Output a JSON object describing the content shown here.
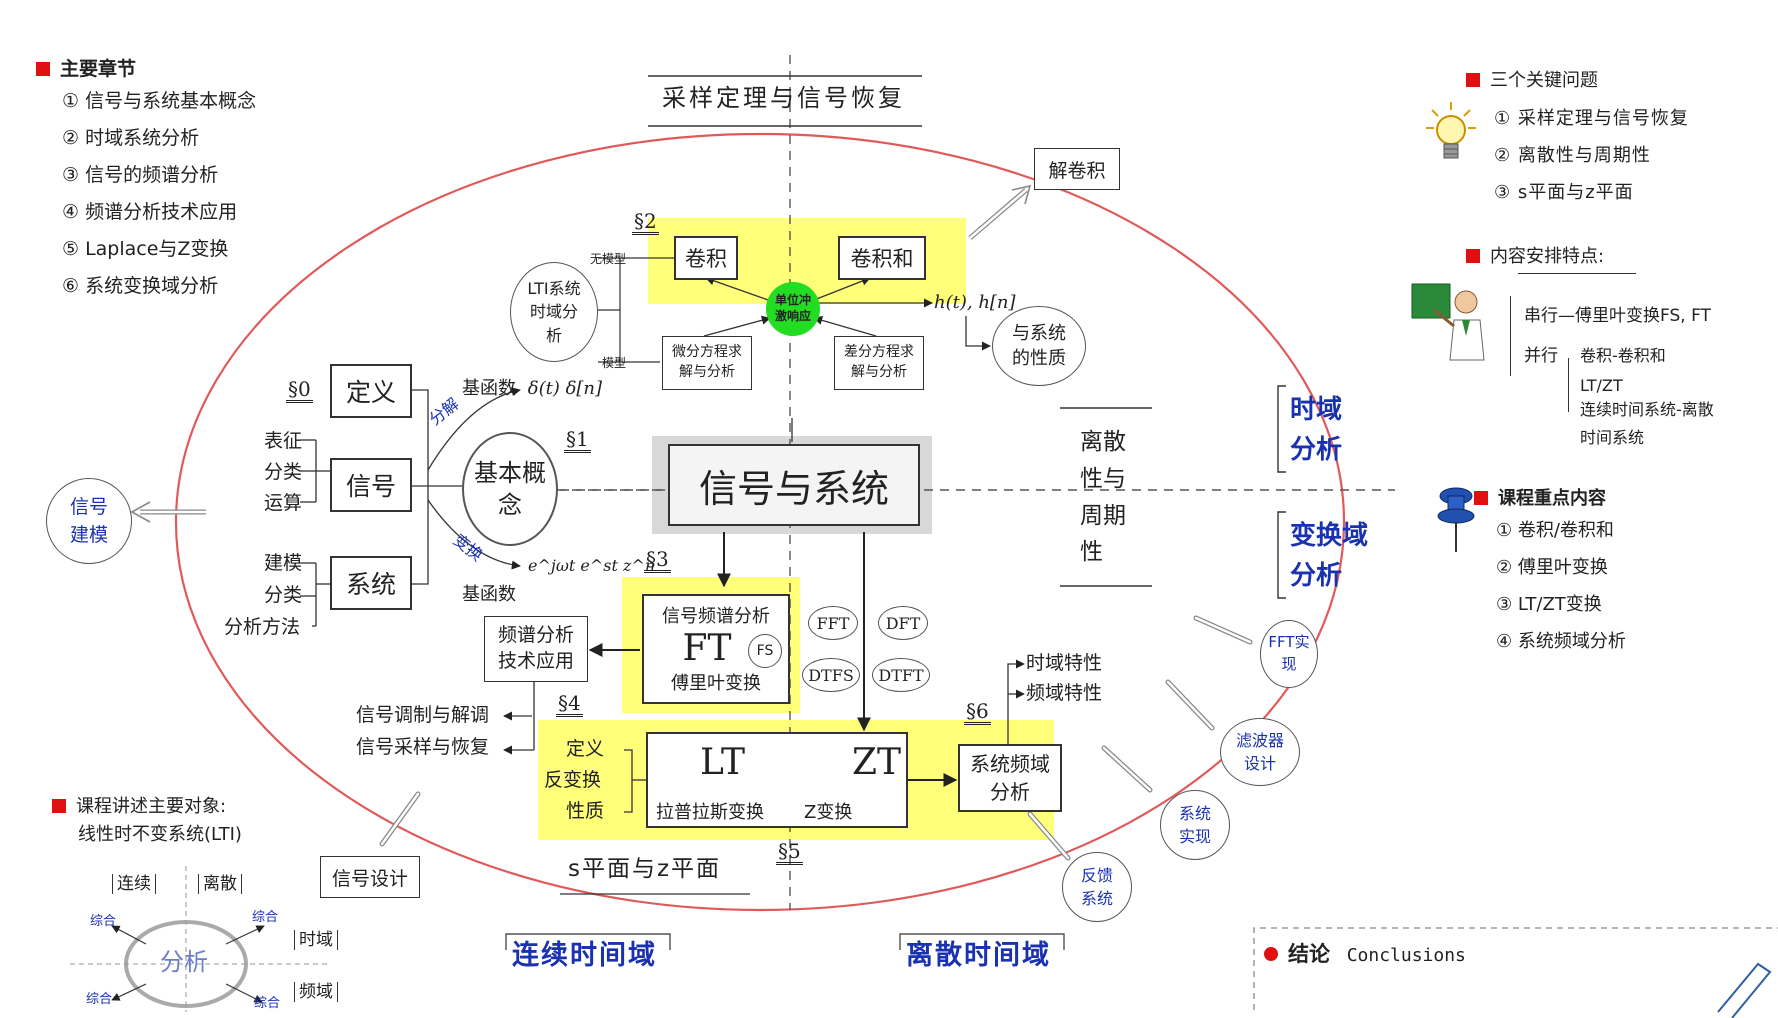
{
  "left_panel": {
    "title": "主要章节",
    "items": [
      "① 信号与系统基本概念",
      "② 时域系统分析",
      "③ 信号的频谱分析",
      "④ 频谱分析技术应用",
      "⑤ Laplace与Z变换",
      "⑥ 系统变换域分析"
    ]
  },
  "right_panel": {
    "key_questions_title": "三个关键问题",
    "key_questions": [
      "① 采样定理与信号恢复",
      "② 离散性与周期性",
      "③ s平面与z平面"
    ],
    "arrangement_title": "内容安排特点:",
    "serial": "串行—傅里叶变换FS, FT",
    "parallel": "并行",
    "parallel_items": [
      "卷积-卷积和",
      "LT/ZT",
      "连续时间系统-离散",
      "时间系统"
    ],
    "focus_title": "课程重点内容",
    "focus_items": [
      "① 卷积/卷积和",
      "② 傅里叶变换",
      "③ LT/ZT变换",
      "④ 系统频域分析"
    ]
  },
  "top_label": "采样定理与信号恢复",
  "center_title": "信号与系统",
  "sections": {
    "s0": "§0",
    "s1": "§1",
    "s2": "§2",
    "s3": "§3",
    "s4": "§4",
    "s5": "§5",
    "s6": "§6"
  },
  "basic": {
    "define": "定义",
    "signal": "信号",
    "system": "系统",
    "concept": "基本概念",
    "signal_labels": [
      "表征",
      "分类",
      "运算"
    ],
    "system_labels": [
      "建模",
      "分类",
      "分析方法"
    ],
    "basis_fn_top": "基函数",
    "basis_fn_top_expr": "δ(t) δ[n]",
    "decompose": "分解",
    "transform": "变换",
    "basis_fn_bottom": "基函数",
    "basis_fn_bottom_expr": "e^jωt   e^st   z^n"
  },
  "signal_modeling": "信号建模",
  "time_domain": {
    "lti_label": "LTI系统时域分析",
    "no_model": "无模型",
    "model": "模型",
    "conv": "卷积",
    "conv_sum": "卷积和",
    "impulse": "单位冲激响应",
    "diff_eq": "微分方程求解与分析",
    "difference_eq": "差分方程求解与分析",
    "h_label": "h(t), h[n]",
    "properties": "与系统的性质",
    "deconv": "解卷积"
  },
  "discrete_periodic": "离散性与周期性",
  "time_domain_analysis": "时域分析",
  "transform_domain_analysis": "变换域分析",
  "fourier": {
    "title": "信号频谱分析",
    "ft": "FT",
    "fs": "FS",
    "subtitle": "傅里叶变换",
    "fft": "FFT",
    "dft": "DFT",
    "dtfs": "DTFS",
    "dtft": "DTFT"
  },
  "spectrum_app": "频谱分析技术应用",
  "modulation": "信号调制与解调",
  "sampling": "信号采样与恢复",
  "laplace": {
    "labels": [
      "定义",
      "反变换",
      "性质"
    ],
    "lt": "LT",
    "zt": "ZT",
    "lt_name": "拉普拉斯变换",
    "zt_name": "Z变换"
  },
  "sys_freq": "系统频域分析",
  "time_char": "时域特性",
  "freq_char": "频域特性",
  "s_plane": "s平面与z平面",
  "signal_design": "信号设计",
  "apps": {
    "fft_impl": "FFT实现",
    "filter": "滤波器设计",
    "sys_impl": "系统实现",
    "feedback": "反馈系统"
  },
  "bottom_left": {
    "title": "课程讲述主要对象:",
    "subtitle": "线性时不变系统(LTI)",
    "continuous": "连续",
    "discrete": "离散",
    "time": "时域",
    "freq": "频域",
    "analysis": "分析",
    "synthesis": "综合"
  },
  "continuous_domain": "连续时间域",
  "discrete_domain": "离散时间域",
  "conclusion": "结论",
  "conclusion_en": "Conclusions",
  "colors": {
    "accent": "#e01010",
    "ellipse": "#e05a5a",
    "highlight": "#ffff7a",
    "blue": "#1a32b0",
    "impulse": "#22dd22"
  }
}
